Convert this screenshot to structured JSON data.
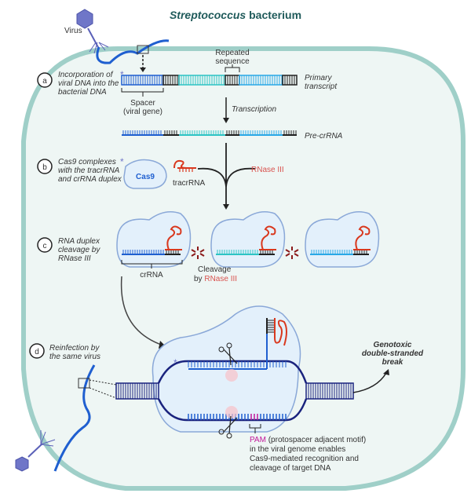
{
  "title": {
    "italic": "Streptococcus",
    "rest": " bacterium"
  },
  "virus_label": "Virus",
  "colors": {
    "cell_fill": "#eef6f4",
    "cell_border": "#9fcfc8",
    "spacer_blue": "#1f5fd0",
    "teal": "#2ec4c4",
    "light_blue": "#2aa8e6",
    "repeat_black": "#222222",
    "rna_red": "#d9381e",
    "cas9_fill": "#e3f0fb",
    "cas9_border": "#8aa8d8",
    "dna_dark": "#1a237e",
    "pam_magenta": "#c2189a",
    "rnase_red": "#d9534f"
  },
  "steps": [
    {
      "letter": "a",
      "text": [
        "Incorporation of",
        "viral DNA into the",
        "bacterial DNA"
      ]
    },
    {
      "letter": "b",
      "text": [
        "Cas9 complexes",
        "with the tracrRNA",
        "and crRNA duplex"
      ]
    },
    {
      "letter": "c",
      "text": [
        "RNA duplex",
        "cleavage by",
        "RNase III"
      ]
    },
    {
      "letter": "d",
      "text": [
        "Reinfection by",
        "the same virus"
      ]
    }
  ],
  "labels": {
    "repeated_sequence": [
      "Repeated",
      "sequence"
    ],
    "primary_transcript": [
      "Primary",
      "transcript"
    ],
    "spacer": [
      "Spacer",
      "(viral gene)"
    ],
    "transcription": "Transcription",
    "pre_crrna": "Pre-crRNA",
    "cas9": "Cas9",
    "tracrrna": "tracrRNA",
    "rnase_iii": "RNase III",
    "crrna": "crRNA",
    "cleavage": "Cleavage",
    "cleavage_by": "by ",
    "genotoxic": [
      "Genotoxic",
      "double-stranded",
      "break"
    ],
    "pam": "PAM",
    "pam_desc": [
      " (protospacer adjacent motif)",
      "in the viral genome enables",
      "Cas9-mediated recognition and",
      "cleavage of target DNA"
    ],
    "asterisk": "*"
  }
}
